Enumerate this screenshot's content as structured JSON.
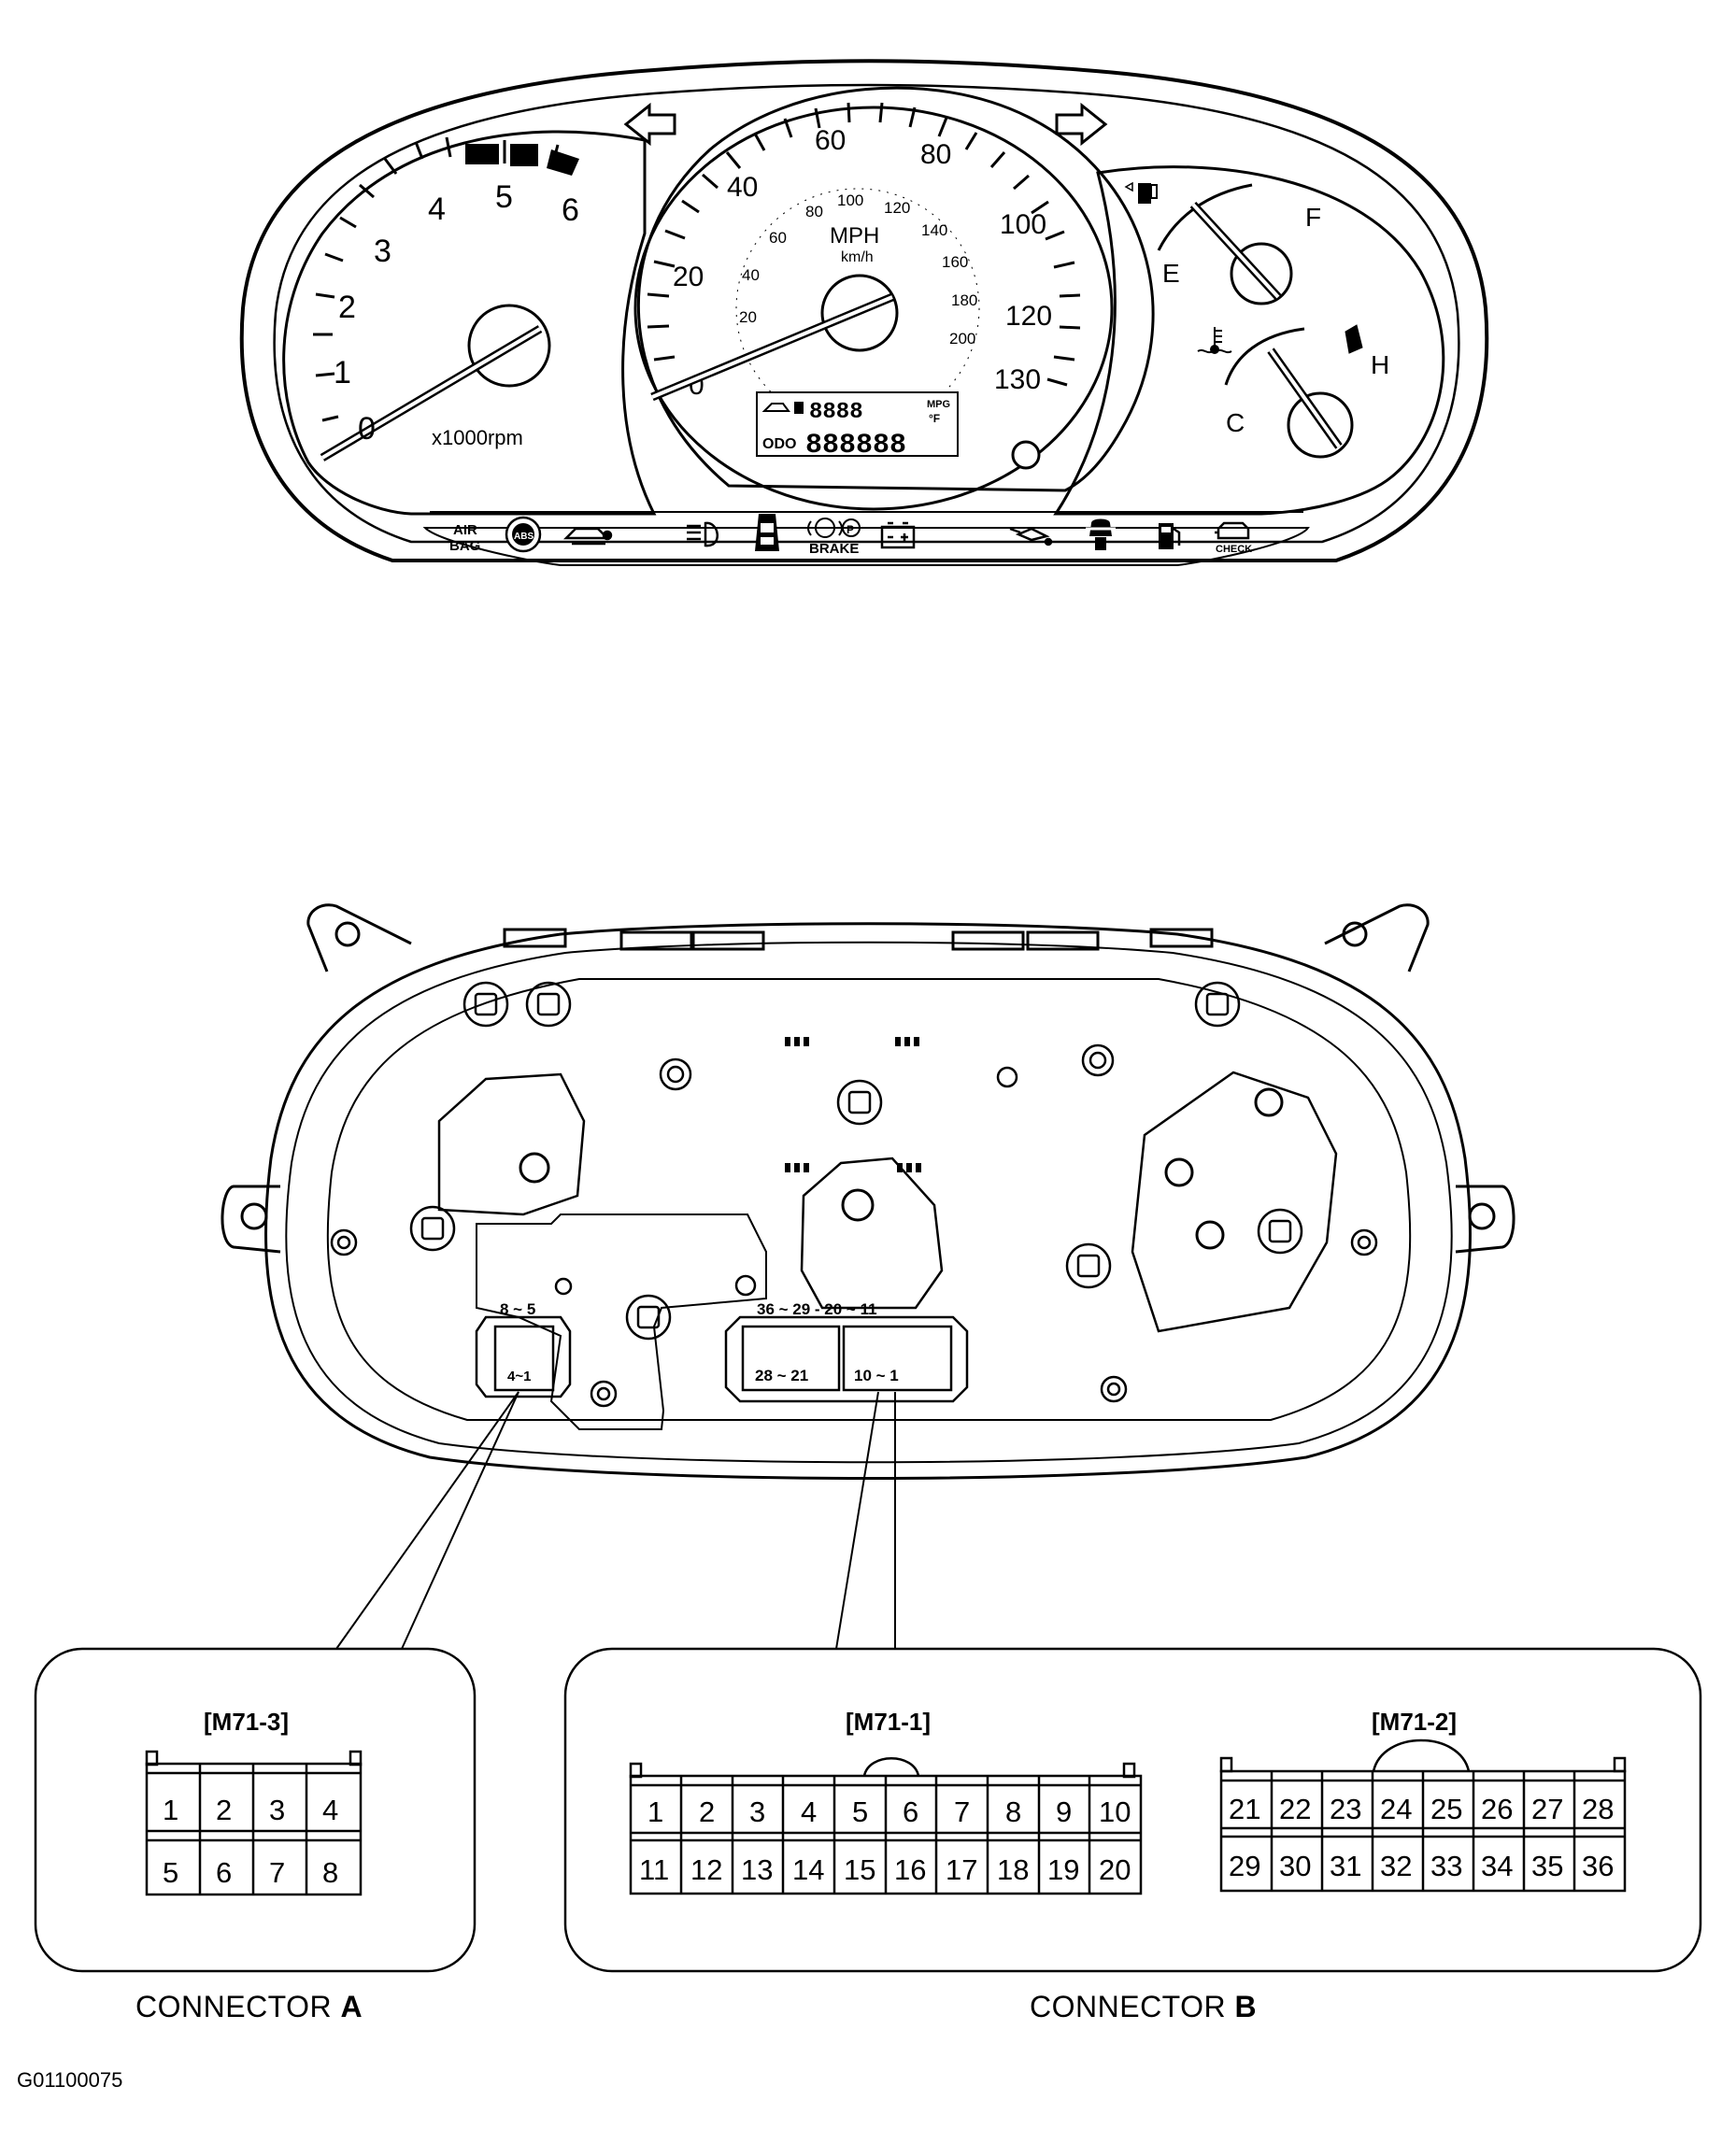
{
  "figure_id": "G01100075",
  "cluster": {
    "tachometer": {
      "scale": [
        "0",
        "1",
        "2",
        "3",
        "4",
        "5",
        "6"
      ],
      "unit_label": "x1000rpm"
    },
    "speedometer": {
      "mph_scale": [
        "0",
        "20",
        "40",
        "60",
        "80",
        "100",
        "120",
        "130"
      ],
      "kmh_scale": [
        "20",
        "40",
        "60",
        "80",
        "100",
        "120",
        "140",
        "160",
        "180",
        "200"
      ],
      "unit_mph": "MPH",
      "unit_kmh": "km/h",
      "display_unit_mpg": "MPG",
      "display_unit_temp": "°F",
      "odo_label": "ODO"
    },
    "fuel_gauge": {
      "empty": "E",
      "full": "F"
    },
    "temp_gauge": {
      "cold": "C",
      "hot": "H"
    },
    "warning_lights": {
      "airbag_line1": "AIR",
      "airbag_line2": "BAG",
      "abs": "ABS",
      "brake": "BRAKE",
      "check": "CHECK"
    }
  },
  "back_housing": {
    "connector_a_pins_top": "8 ~ 5",
    "connector_a_pins_bottom": "4~1",
    "connector_b_pins_top": "36 ~ 29 - 20 ~ 11",
    "connector_b_pins_bottom_left": "28 ~ 21",
    "connector_b_pins_bottom_right": "10 ~ 1"
  },
  "connector_a": {
    "code": "[M71-3]",
    "rows": [
      [
        "1",
        "2",
        "3",
        "4"
      ],
      [
        "5",
        "6",
        "7",
        "8"
      ]
    ],
    "caption_prefix": "CONNECTOR ",
    "caption_letter": "A"
  },
  "connector_b": {
    "m71_1": {
      "code": "[M71-1]",
      "rows": [
        [
          "1",
          "2",
          "3",
          "4",
          "5",
          "6",
          "7",
          "8",
          "9",
          "10"
        ],
        [
          "11",
          "12",
          "13",
          "14",
          "15",
          "16",
          "17",
          "18",
          "19",
          "20"
        ]
      ]
    },
    "m71_2": {
      "code": "[M71-2]",
      "rows": [
        [
          "21",
          "22",
          "23",
          "24",
          "25",
          "26",
          "27",
          "28"
        ],
        [
          "29",
          "30",
          "31",
          "32",
          "33",
          "34",
          "35",
          "36"
        ]
      ]
    },
    "caption_prefix": "CONNECTOR ",
    "caption_letter": "B"
  }
}
